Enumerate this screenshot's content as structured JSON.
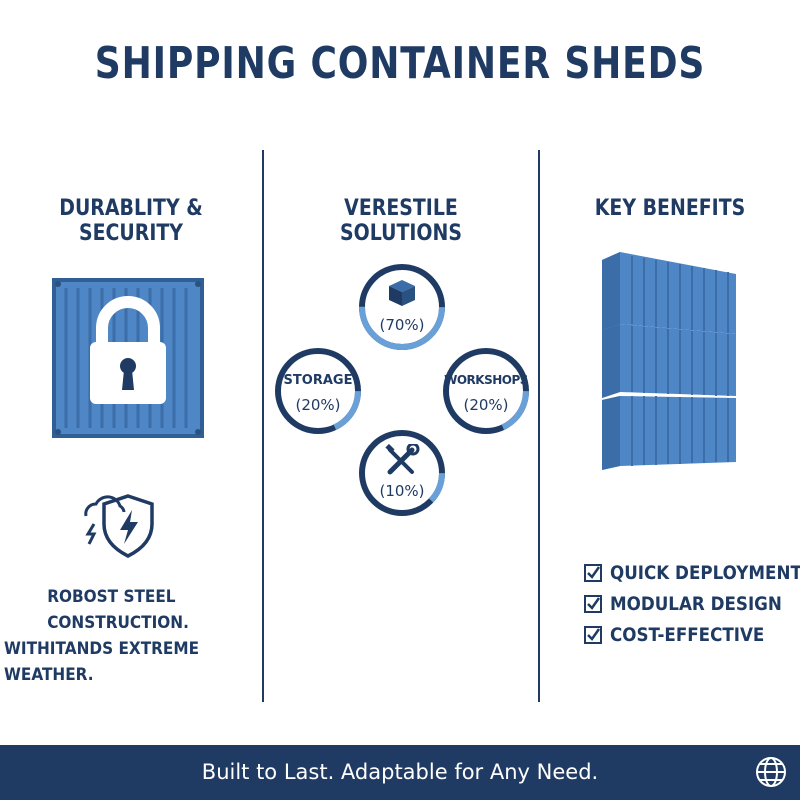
{
  "title": "SHIPPING CONTAINER SHEDS",
  "columns": {
    "left": {
      "heading": "DURABLITY & SECURITY",
      "description_lines": [
        "ROBOST STEEL",
        "CONSTRUCTION.",
        "WITHITANDS EXTREME WEATHER."
      ],
      "icons": [
        "padlock-container-icon",
        "storm-shield-icon"
      ]
    },
    "middle": {
      "heading": "VERESTILE SOLUTIONS",
      "rings": [
        {
          "id": "top",
          "icon": "box-icon",
          "label": "",
          "percent_text": "(70%)",
          "value": 70
        },
        {
          "id": "left",
          "icon": "",
          "label": "STORAGE",
          "percent_text": "(20%)",
          "value": 20
        },
        {
          "id": "right",
          "icon": "",
          "label": "WORKSHOPS",
          "percent_text": "(20%)",
          "value": 20
        },
        {
          "id": "bottom",
          "icon": "wrench-screwdriver-icon",
          "label": "",
          "percent_text": "(10%)",
          "value": 10
        }
      ]
    },
    "right": {
      "heading": "KEY BENEFITS",
      "benefits": [
        "QUICK DEPLOYMENT",
        "MODULAR DESIGN",
        "COST-EFFECTIVE"
      ]
    }
  },
  "footer": {
    "tagline": "Built to Last. Adaptable for Any Need.",
    "icon": "globe-icon"
  },
  "colors": {
    "navy": "#1f3b63",
    "steel_blue": "#4f86c6",
    "light_blue": "#6aa0d8"
  }
}
